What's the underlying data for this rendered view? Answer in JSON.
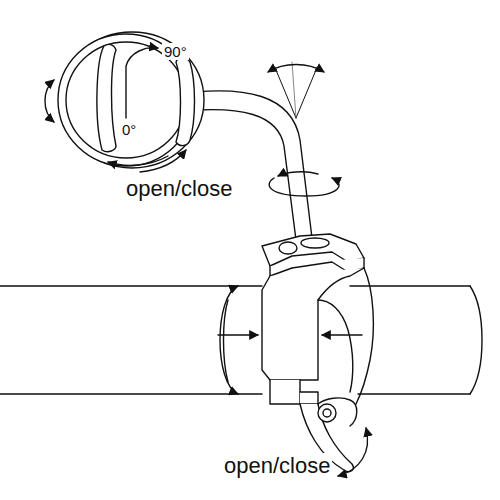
{
  "diagram": {
    "labels": [
      "90°",
      "0°",
      "open/close",
      "open/close"
    ]
  }
}
